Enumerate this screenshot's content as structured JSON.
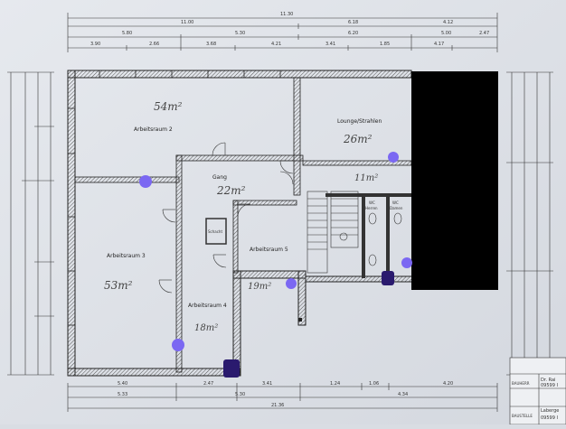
{
  "top_dims": {
    "row1": [
      "11.30"
    ],
    "row2": [
      "11.00",
      "6.18",
      "4.12"
    ],
    "row3": [
      "5.80",
      "5.30",
      "6.20",
      "5.00",
      "2.47"
    ],
    "row4": [
      "3.90",
      "2.66",
      "3.68",
      "4.21",
      "3.41",
      "1.85",
      "4.17"
    ]
  },
  "rooms": [
    {
      "id": "arbeitsraum-2",
      "name": "Arbeitsraum 2",
      "area": "54m²"
    },
    {
      "id": "lounge",
      "name": "Lounge/Strahlen",
      "area": "26m²"
    },
    {
      "id": "gang",
      "name": "Gang",
      "area": "22m²"
    },
    {
      "id": "flur",
      "name": "",
      "area": "11m²"
    },
    {
      "id": "arbeitsraum-3",
      "name": "Arbeitsraum 3",
      "area": "53m²"
    },
    {
      "id": "arbeitsraum-5",
      "name": "Arbeitsraum 5",
      "area": "19m²"
    },
    {
      "id": "arbeitsraum-4",
      "name": "Arbeitsraum 4",
      "area": "18m²"
    }
  ],
  "small_labels": {
    "wc_left": "WC",
    "wc_right": "WC",
    "herren": "Herren",
    "damen": "Damen",
    "shaft": "Schacht"
  },
  "bottom_dims": {
    "row1": [
      "5.40",
      "2.47",
      "3.41",
      "1.24",
      "1.06",
      "4.20"
    ],
    "row2": [
      "5.33",
      "5.30",
      "4.34"
    ],
    "row3": [
      "21.36"
    ]
  },
  "title_block": {
    "label1": "BAUHERR",
    "value1": "Dr. Rai",
    "value1b": "09599 I",
    "label2": "BAUSTELLE",
    "value2": "Laberge",
    "value2b": "09599 I"
  },
  "markers": {
    "dot_color": "#7b68f2",
    "square_color": "#2a1a6e",
    "redaction_color": "#000000"
  }
}
